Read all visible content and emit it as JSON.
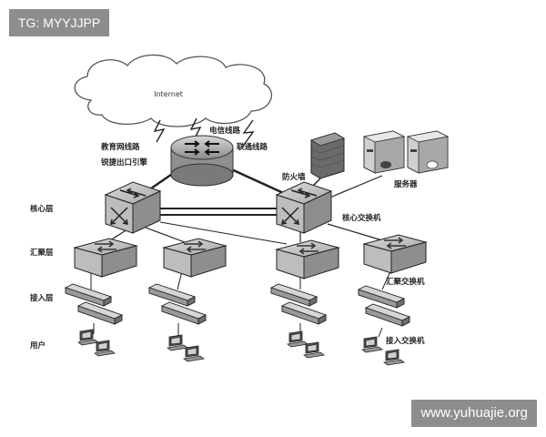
{
  "watermarks": {
    "top_left": "TG: MYYJJPP",
    "bottom_right": "www.yuhuajie.org"
  },
  "cloud": {
    "label": "Internet"
  },
  "labels": {
    "edu_line": "教育网线路",
    "ruijie_engine": "锐捷出口引擎",
    "telecom_line": "电信线路",
    "unicom_line": "联通线路",
    "firewall": "防火墙",
    "servers": "服务器",
    "core_switch": "核心交换机",
    "agg_switch": "汇聚交换机",
    "access_switch": "接入交换机"
  },
  "layers": {
    "core": "核心层",
    "aggregation": "汇聚层",
    "access": "接入层",
    "users": "用户"
  }
}
